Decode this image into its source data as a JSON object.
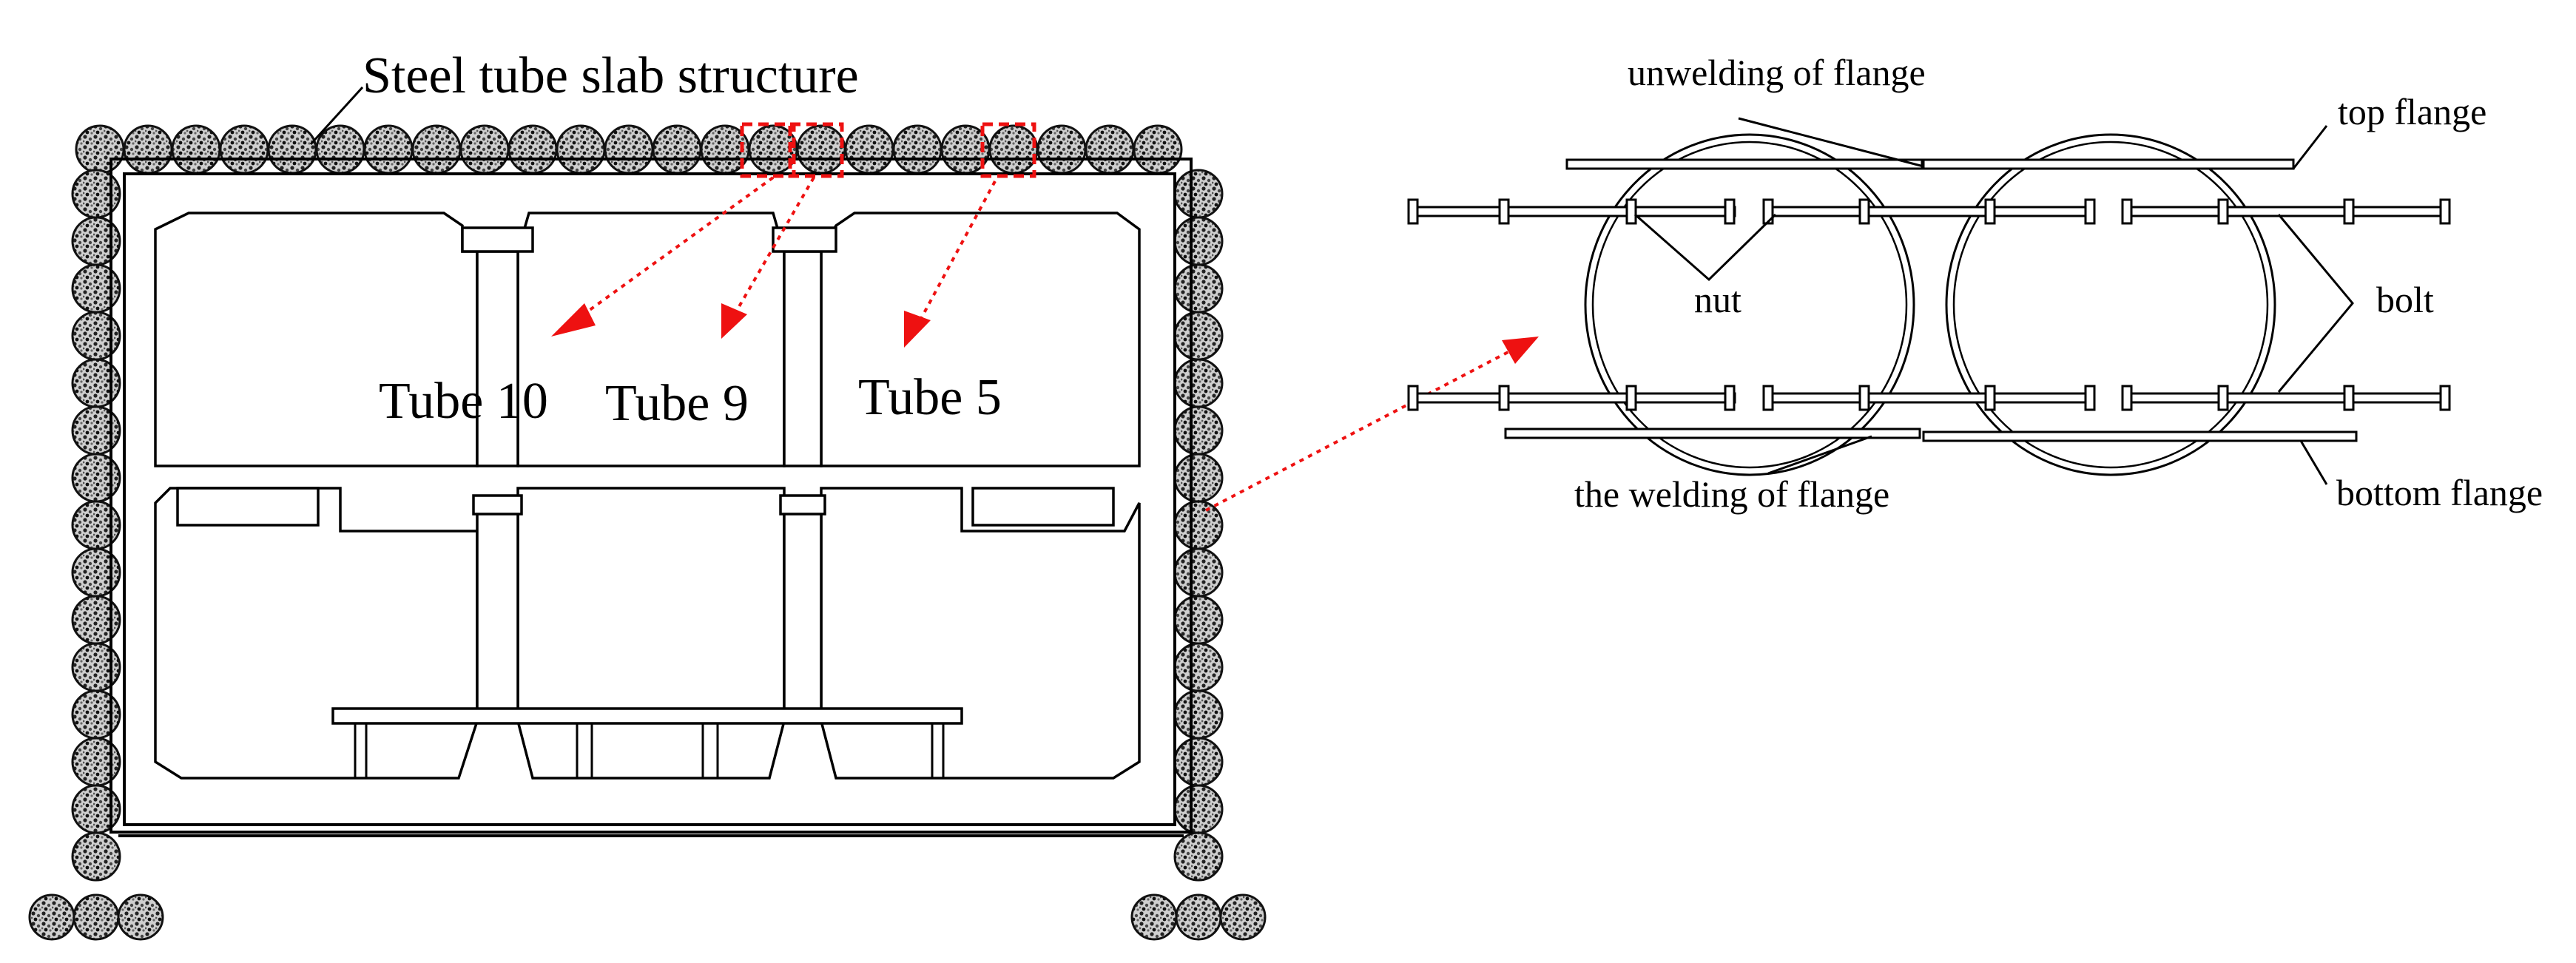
{
  "labels": {
    "structure_title": "Steel tube slab structure",
    "tube_10": "Tube 10",
    "tube_9": "Tube 9",
    "tube_5": "Tube 5",
    "unwelding": "unwelding of flange",
    "top_flange": "top flange",
    "nut": "nut",
    "bolt": "bolt",
    "welding": "the welding of  flange",
    "bottom_flange": "bottom flange"
  },
  "colors": {
    "highlight": "#e11111",
    "line": "#000000",
    "background": "#ffffff"
  }
}
